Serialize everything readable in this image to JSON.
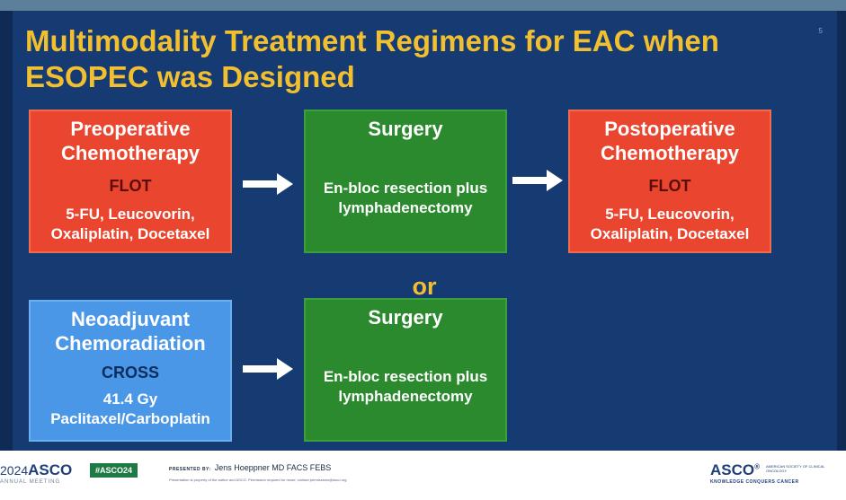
{
  "slide": {
    "title": "Multimodality Treatment Regimens for EAC when ESOPEC was Designed",
    "number": "5",
    "or_label": "or",
    "row1": {
      "preop": {
        "heading": "Preoperative\nChemotherapy",
        "regimen": "FLOT",
        "detail": "5-FU, Leucovorin,\nOxaliplatin, Docetaxel"
      },
      "surgery": {
        "heading": "Surgery",
        "detail": "En-bloc resection plus\nlymphadenectomy"
      },
      "postop": {
        "heading": "Postoperative\nChemotherapy",
        "regimen": "FLOT",
        "detail": "5-FU, Leucovorin,\nOxaliplatin, Docetaxel"
      }
    },
    "row2": {
      "neoadjuvant": {
        "heading": "Neoadjuvant\nChemoradiation",
        "regimen": "CROSS",
        "detail": "41.4 Gy\nPaclitaxel/Carboplatin"
      },
      "surgery": {
        "heading": "Surgery",
        "detail": "En-bloc resection plus\nlymphadenectomy"
      }
    },
    "colors": {
      "title": "#f1bf2f",
      "background": "#163b73",
      "chemo_red": "#e9452f",
      "surgery_green": "#2c8a2e",
      "chemoradiation_blue": "#4a97e8"
    }
  },
  "footer": {
    "meeting_year": "2024",
    "meeting_org": "ASCO",
    "meeting_sub": "ANNUAL MEETING",
    "hashtag": "#ASCO24",
    "presented_by": "PRESENTED BY:",
    "presenter": "Jens Hoeppner MD FACS FEBS",
    "disclaimer": "Presentation is property of the author and ASCO. Permission required for reuse; contact permissions@asco.org",
    "asco_logo": "ASCO",
    "asco_tagline": "KNOWLEDGE CONQUERS CANCER",
    "asco_side": "AMERICAN SOCIETY OF CLINICAL ONCOLOGY"
  }
}
